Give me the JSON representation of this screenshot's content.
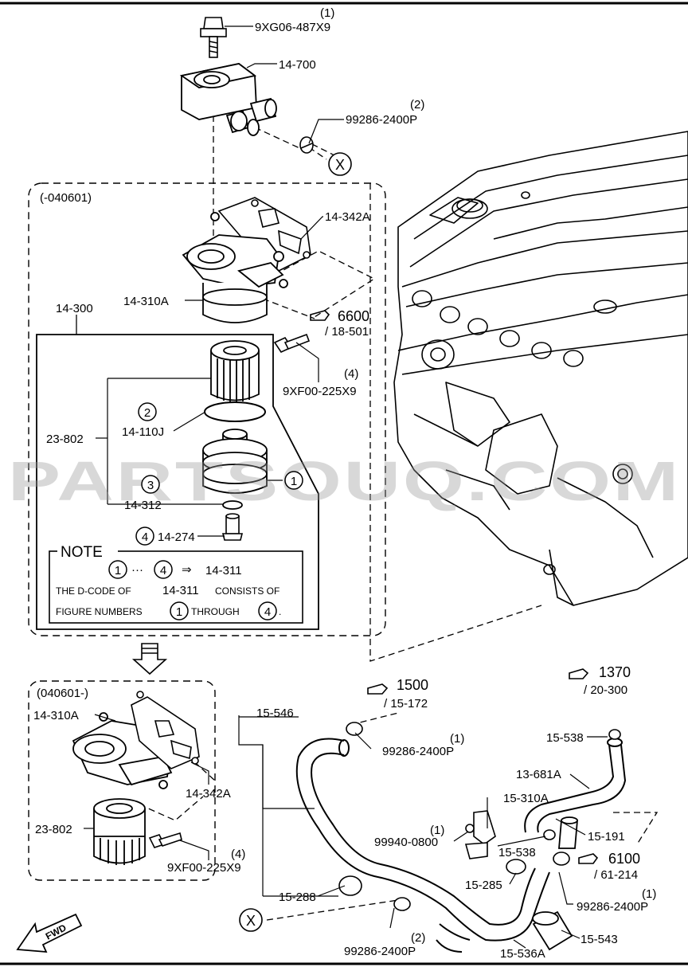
{
  "watermark": "PARTSOUQ.COM",
  "boxes": {
    "upper_range": "(-040601)",
    "lower_range": "(040601-)"
  },
  "parts": {
    "bolt_top": "9XG06-487X9",
    "bolt_top_qty": "(1)",
    "oil_cooler": "14-700",
    "clamp_cooler": "99286-2400P",
    "clamp_cooler_qty": "(2)",
    "gasket_upper": "14-342A",
    "filter_body_upper": "14-310A",
    "assembly": "14-300",
    "ref_6600": "6600",
    "ref_6600_sub": "/ 18-501",
    "bolt_filter_upper": "9XF00-225X9",
    "bolt_filter_upper_qty": "(4)",
    "element": "23-802",
    "oring_110": "14-110J",
    "oring_312": "14-312",
    "drain_274": "14-274",
    "circle_1": "1",
    "circle_2": "2",
    "circle_3": "3",
    "circle_4": "4",
    "filter_body_lower": "14-310A",
    "gasket_lower": "14-342A",
    "element_lower": "23-802",
    "bolt_filter_lower": "9XF00-225X9",
    "bolt_filter_lower_qty": "(4)",
    "hose_546": "15-546",
    "ref_1500": "1500",
    "ref_1500_sub": "/ 15-172",
    "clamp_hose": "99286-2400P",
    "clamp_hose_qty": "(1)",
    "ref_1370": "1370",
    "ref_1370_sub": "/ 20-300",
    "clamp_538_top": "15-538",
    "hose_681": "13-681A",
    "bracket_310": "15-310A",
    "bolt_0800": "99940-0800",
    "bolt_0800_qty": "(1)",
    "clamp_538_mid": "15-538",
    "pipe_191": "15-191",
    "ref_6100": "6100",
    "ref_6100_sub": "/ 61-214",
    "clamp_285": "15-285",
    "clamp_right": "99286-2400P",
    "clamp_right_qty": "(1)",
    "clamp_288": "15-288",
    "hose_543": "15-543",
    "clamp_bottom": "99286-2400P",
    "clamp_bottom_qty": "(2)",
    "pipe_536": "15-536A",
    "x_marker_top": "X",
    "x_marker_bottom": "X",
    "fwd": "FWD"
  },
  "note": {
    "title": "NOTE",
    "range_from": "1",
    "range_dots": "···",
    "range_to": "4",
    "arrow": "⇒",
    "part": "14-311",
    "line2_a": "THE D-CODE OF",
    "line2_b": "14-311",
    "line2_c": "CONSISTS OF",
    "line3_a": "FIGURE NUMBERS",
    "line3_n1": "1",
    "line3_b": "THROUGH",
    "line3_n2": "4",
    "line3_end": "."
  }
}
